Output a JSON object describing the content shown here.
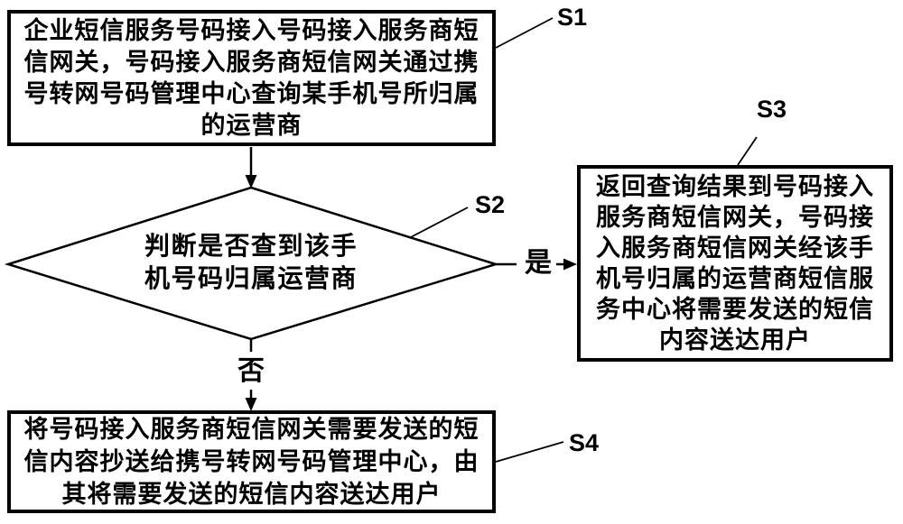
{
  "diagram": {
    "colors": {
      "background": "#ffffff",
      "line": "#000000",
      "text": "#000000"
    },
    "steps": {
      "s1": {
        "label": "S1",
        "text": "企业短信服务号码接入号码接入服务商短\n信网关，号码接入服务商短信网关通过携\n号转网号码管理中心查询某手机号所归属\n的运营商"
      },
      "s2": {
        "label": "S2",
        "text": "判断是否查到该手\n机号码归属运营商"
      },
      "s3": {
        "label": "S3",
        "text": "返回查询结果到号码接入\n服务商短信网关，号码接\n入服务商短信网关经该手\n机号归属的运营商短信服\n务中心将需要发送的短信\n内容送达用户"
      },
      "s4": {
        "label": "S4",
        "text": "将号码接入服务商短信网关需要发送的短\n信内容抄送给携号转网号码管理中心，由\n其将需要发送的短信内容送达用户"
      }
    },
    "branches": {
      "yes": "是",
      "no": "否"
    }
  }
}
